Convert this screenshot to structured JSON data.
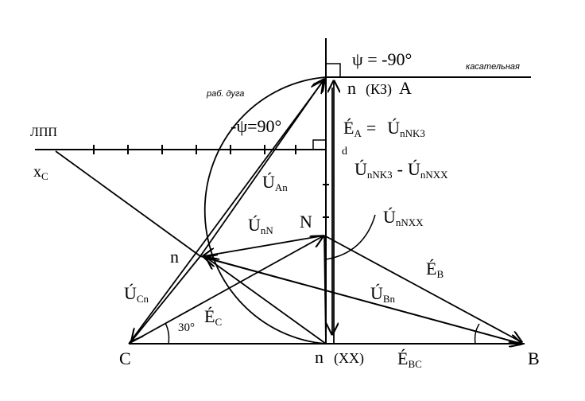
{
  "labels": {
    "psi_top": "ψ = -90°",
    "tangent": "касательная",
    "arc": "раб. дуга",
    "n_kz": "n",
    "kz": "(КЗ)",
    "A": "A",
    "psi_neg": "-ψ=90°",
    "lpp": "ЛПП",
    "xc_main": "x",
    "xc_sub": "C",
    "d": "d",
    "EA_main": "É",
    "EA_sub": "A",
    "EA_eq": "=",
    "UnNK3_main": "Ú",
    "UnNK3_sub": "nNK3",
    "diff_main1": "Ú",
    "diff_sub1": "nNK3",
    "diff_minus": "-",
    "diff_main2": "Ú",
    "diff_sub2": "nNXX",
    "UAn_main": "Ú",
    "UAn_sub": "An",
    "N": "N",
    "UnNXX_main": "Ú",
    "UnNXX_sub": "nNXX",
    "UnN_main": "Ú",
    "UnN_sub": "nN",
    "n_left": "n",
    "EB_main": "É",
    "EB_sub": "B",
    "UCn_main": "Ú",
    "UCn_sub": "Cn",
    "UBn_main": "Ú",
    "UBn_sub": "Bn",
    "EC_main": "É",
    "EC_sub": "C",
    "angle30": "30°",
    "C": "C",
    "n_xx": "n",
    "xx": "(XX)",
    "EBC_main": "É",
    "EBC_sub": "BC",
    "B": "B"
  }
}
